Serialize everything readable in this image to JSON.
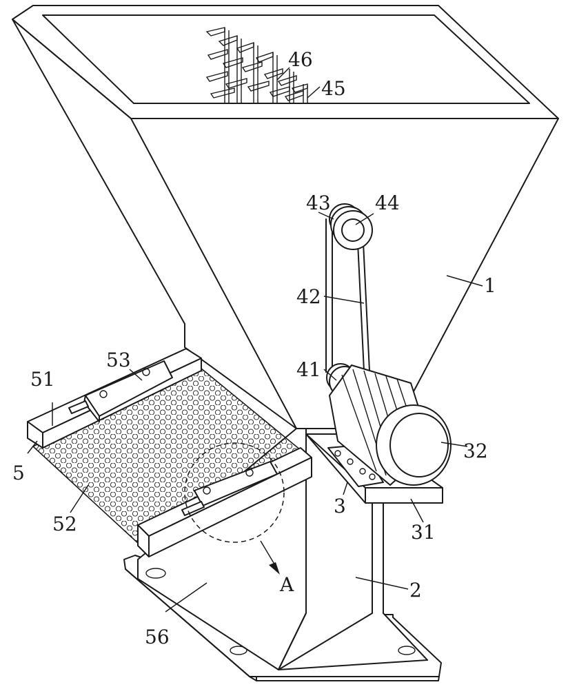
{
  "labels": {
    "l1": "1",
    "l2": "2",
    "l3": "3",
    "l5": "5",
    "l31": "31",
    "l32": "32",
    "l41": "41",
    "l42": "42",
    "l43": "43",
    "l44": "44",
    "l45": "45",
    "l46": "46",
    "l51": "51",
    "l52": "52",
    "l53": "53",
    "l56": "56",
    "detail": "A"
  }
}
